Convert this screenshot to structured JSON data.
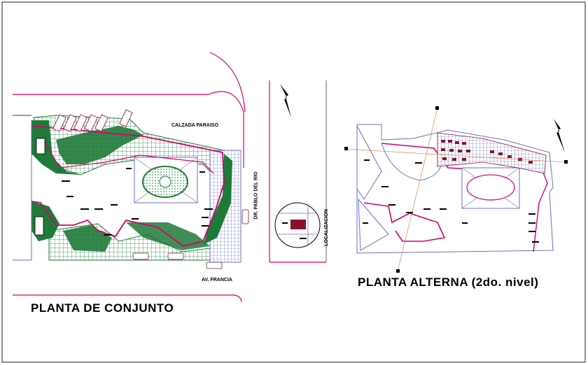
{
  "left_plan": {
    "title": "PLANTA DE CONJUNTO",
    "street_north": "CALZADA PARAISO",
    "street_south": "AV. FRANCIA",
    "street_east": "DR. PABLO DEL RIO"
  },
  "location_map": {
    "label": "LOCALIZACION"
  },
  "right_plan": {
    "title": "PLANTA ALTERNA (2do. nivel)"
  },
  "colors": {
    "green": "#1f7a3a",
    "magenta": "#d6006e",
    "blue": "#6a70c8",
    "maroon": "#8b1030"
  },
  "icons": [
    "north-arrow-icon",
    "north-arrow-icon"
  ]
}
